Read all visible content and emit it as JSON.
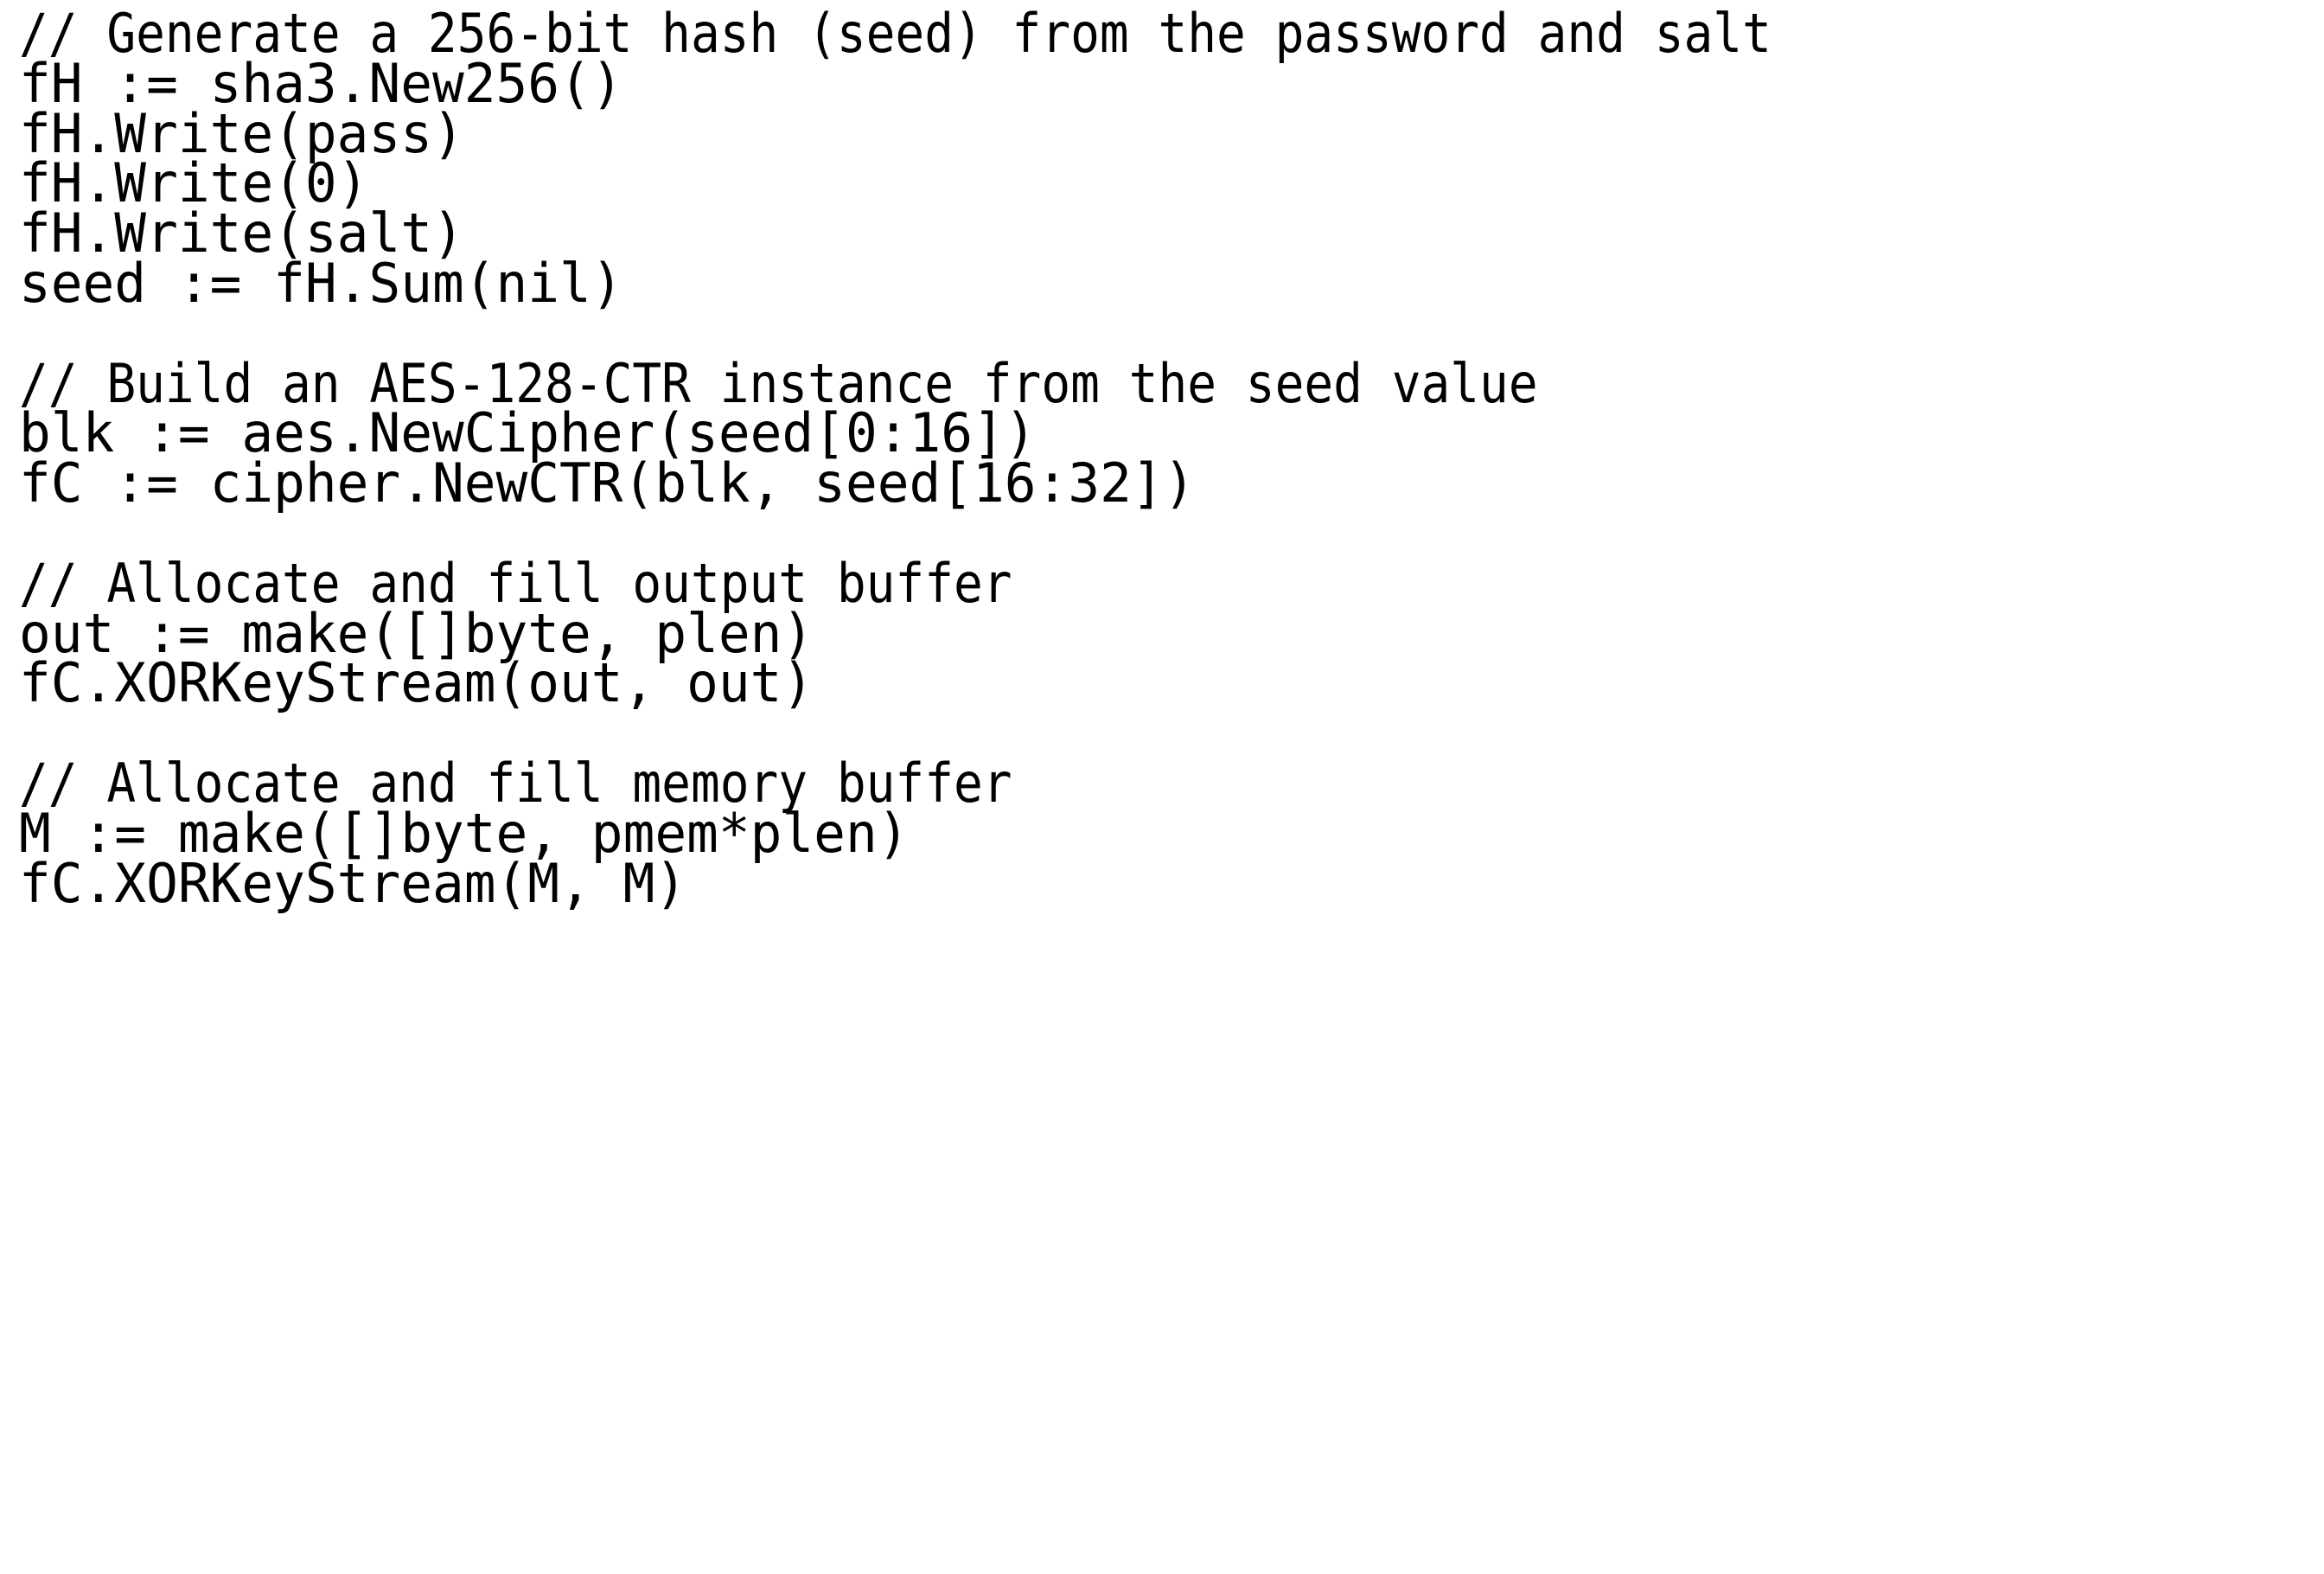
{
  "document": {
    "kind": "code-listing",
    "language": "Go",
    "background_color": "#ffffff",
    "text_color": "#000000"
  },
  "code": {
    "lines": [
      {
        "id": "l1",
        "kind": "comment",
        "text": "// Generate a 256-bit hash (seed) from the password and salt"
      },
      {
        "id": "l2",
        "kind": "code",
        "text": "fH := sha3.New256()"
      },
      {
        "id": "l3",
        "kind": "code",
        "text": "fH.Write(pass)"
      },
      {
        "id": "l4",
        "kind": "code",
        "text": "fH.Write(0)"
      },
      {
        "id": "l5",
        "kind": "code",
        "text": "fH.Write(salt)"
      },
      {
        "id": "l6",
        "kind": "code",
        "text": "seed := fH.Sum(nil)"
      },
      {
        "id": "l7",
        "kind": "blank",
        "text": ""
      },
      {
        "id": "l8",
        "kind": "comment",
        "text": "// Build an AES-128-CTR instance from the seed value"
      },
      {
        "id": "l9",
        "kind": "code",
        "text": "blk := aes.NewCipher(seed[0:16])"
      },
      {
        "id": "l10",
        "kind": "code",
        "text": "fC := cipher.NewCTR(blk, seed[16:32])"
      },
      {
        "id": "l11",
        "kind": "blank",
        "text": ""
      },
      {
        "id": "l12",
        "kind": "comment",
        "text": "// Allocate and fill output buffer"
      },
      {
        "id": "l13",
        "kind": "code",
        "text": "out := make([]byte, plen)"
      },
      {
        "id": "l14",
        "kind": "code",
        "text": "fC.XORKeyStream(out, out)"
      },
      {
        "id": "l15",
        "kind": "blank",
        "text": ""
      },
      {
        "id": "l16",
        "kind": "comment",
        "text": "// Allocate and fill memory buffer"
      },
      {
        "id": "l17",
        "kind": "code",
        "text": "M := make([]byte, pmem*plen)"
      },
      {
        "id": "l18",
        "kind": "code",
        "text": "fC.XORKeyStream(M, M)"
      }
    ]
  }
}
